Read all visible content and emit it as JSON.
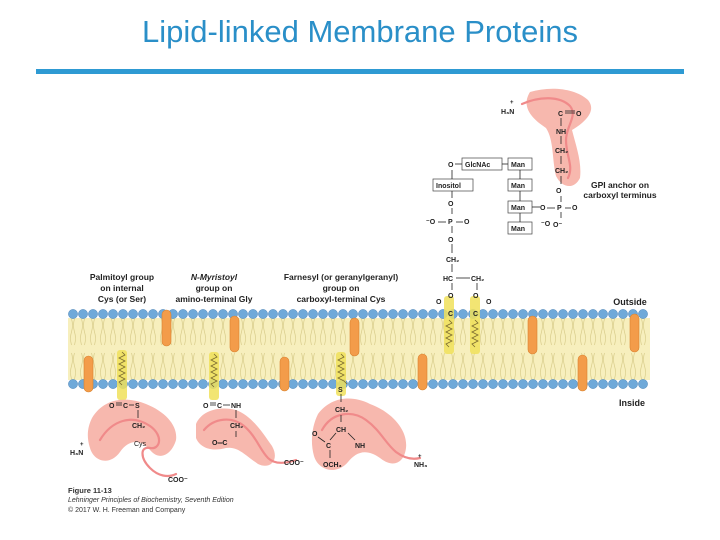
{
  "title": "Lipid-linked Membrane Proteins",
  "labels": {
    "palmitoyl": [
      "Palmitoyl group",
      "on internal",
      "Cys (or Ser)"
    ],
    "myristoyl": [
      "N-Myristoyl",
      "group on",
      "amino-terminal Gly"
    ],
    "farnesyl": [
      "Farnesyl (or geranylgeranyl)",
      "group on",
      "carboxyl-terminal Cys"
    ],
    "gpi": [
      "GPI anchor on",
      "carboxyl terminus"
    ],
    "outside": "Outside",
    "inside": "Inside"
  },
  "gpi_chain": {
    "glcnac": "GlcNAc",
    "inositol": "Inositol",
    "man": "Man",
    "h3n": "H₃N",
    "plus": "+",
    "o": "O",
    "minus_o": "⁻O",
    "o_minus": "O⁻",
    "p": "P",
    "ch2": "CH₂",
    "hc": "HC",
    "c": "C",
    "nh": "NH"
  },
  "palmitoyl_chem": {
    "o": "O",
    "c": "C",
    "s": "S",
    "ch2": "CH₂",
    "cys": "Cys",
    "h3n": "H₃N",
    "plus": "+",
    "coo": "COO⁻"
  },
  "myristoyl_chem": {
    "o": "O",
    "c": "C",
    "nh": "NH",
    "ch2": "CH₂",
    "oc": "O═C",
    "coo": "COO⁻"
  },
  "farnesyl_chem": {
    "s": "S",
    "ch2": "CH₂",
    "ch": "CH",
    "o": "O",
    "c": "C",
    "nh": "NH",
    "och3": "OCH₃",
    "nh3": "NH₃",
    "plus": "+"
  },
  "caption": {
    "figure": "Figure 11-13",
    "source": "Lehninger Principles of Biochemistry, Seventh Edition",
    "copyright": "© 2017 W. H. Freeman and Company"
  },
  "colors": {
    "title": "#2a8fc8",
    "rule": "#2e9ad3",
    "membrane_core": "#f7efbd",
    "head_group": "#6fa9d9",
    "protein": "#f7b8ae",
    "protein_helix": "#f39c4a",
    "lipid_anchor": "#f0e05a"
  }
}
